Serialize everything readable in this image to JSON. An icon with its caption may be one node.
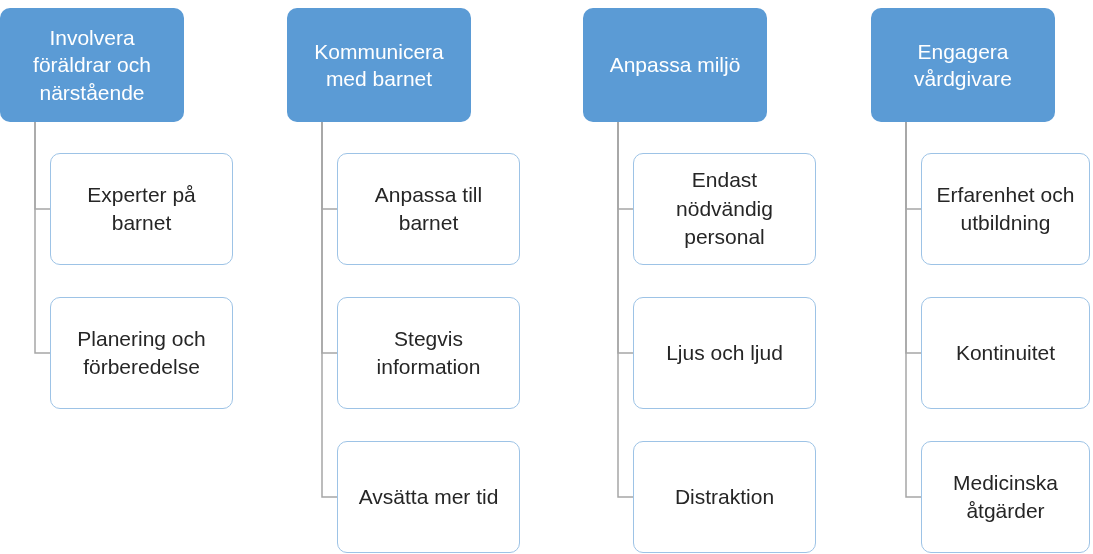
{
  "diagram": {
    "nodes": [
      {
        "text": [
          "Involvera föräldrar och närstående"
        ]
      },
      {
        "text": [
          "Experter på barnet"
        ]
      },
      {
        "text": [
          "Planering och förberedelse"
        ]
      },
      {
        "text": [
          "Kommunicera med barnet"
        ]
      },
      {
        "text": [
          "Anpassa till barnet"
        ]
      },
      {
        "text": [
          "Stegvis information"
        ]
      },
      {
        "text": [
          "Avsätta mer tid"
        ]
      },
      {
        "text": [
          "Anpassa miljö"
        ]
      },
      {
        "text": [
          "Endast nödvändig personal"
        ]
      },
      {
        "text": [
          "Ljus och ljud"
        ]
      },
      {
        "text": [
          "Distraktion"
        ]
      },
      {
        "text": [
          "Engagera vårdgivare"
        ]
      },
      {
        "text": [
          "Erfarenhet och utbildning"
        ]
      },
      {
        "text": [
          "Kontinuitet"
        ]
      },
      {
        "text": [
          "Medicinska åtgärder"
        ]
      }
    ],
    "edges": [
      {
        "from": 0,
        "to": 1,
        "arrow": "none"
      },
      {
        "from": 0,
        "to": 2,
        "arrow": "none"
      },
      {
        "from": 3,
        "to": 4,
        "arrow": "none"
      },
      {
        "from": 3,
        "to": 5,
        "arrow": "none"
      },
      {
        "from": 3,
        "to": 6,
        "arrow": "none"
      },
      {
        "from": 7,
        "to": 8,
        "arrow": "none"
      },
      {
        "from": 7,
        "to": 9,
        "arrow": "none"
      },
      {
        "from": 7,
        "to": 10,
        "arrow": "none"
      },
      {
        "from": 11,
        "to": 12,
        "arrow": "none"
      },
      {
        "from": 11,
        "to": 13,
        "arrow": "none"
      },
      {
        "from": 11,
        "to": 14,
        "arrow": "none"
      }
    ]
  }
}
